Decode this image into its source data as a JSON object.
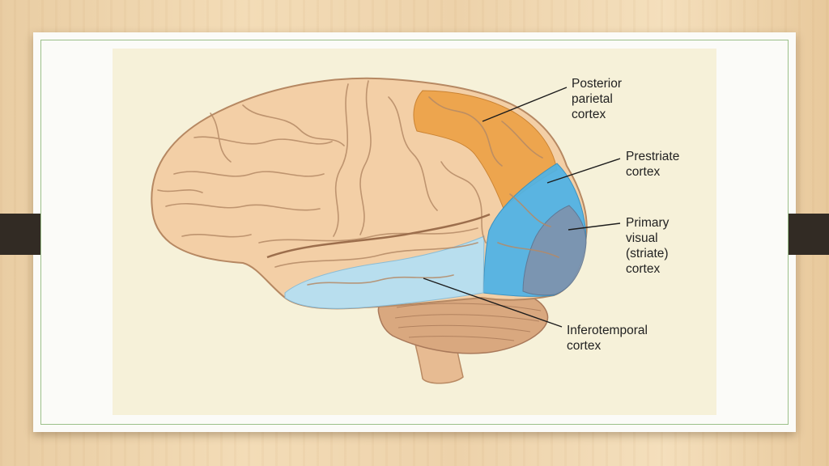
{
  "diagram": {
    "labels": {
      "posterior_parietal": [
        "Posterior",
        "parietal",
        "cortex"
      ],
      "prestriate": [
        "Prestriate",
        "cortex"
      ],
      "primary_visual": [
        "Primary",
        "visual",
        "(striate)",
        "cortex"
      ],
      "inferotemporal": [
        "Inferotemporal",
        "cortex"
      ]
    },
    "colors": {
      "posterior_parietal": "#eda247",
      "prestriate": "#4fb3e6",
      "primary_visual": "#7e93ae",
      "inferotemporal": "#b5dff2",
      "brain": "#f3cfa6",
      "cerebellum": "#d9a87f"
    }
  }
}
